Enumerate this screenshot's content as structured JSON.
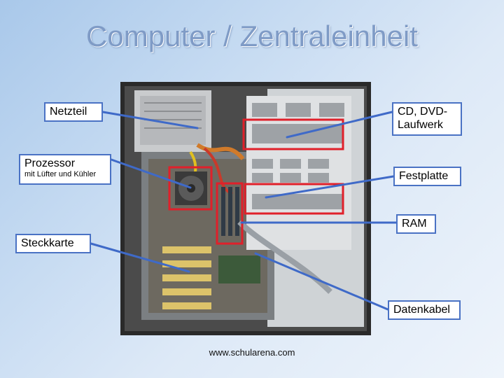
{
  "title": "Computer / Zentraleinheit",
  "labels": {
    "netzteil": "Netzteil",
    "cd_line1": "CD, DVD-",
    "cd_line2": "Laufwerk",
    "prozessor": "Prozessor",
    "prozessor_sub": "mit Lüfter und Kühler",
    "festplatte": "Festplatte",
    "ram": "RAM",
    "steckkarte": "Steckkarte",
    "datenkabel": "Datenkabel"
  },
  "footer": "www.schularena.com",
  "colors": {
    "accent": "#4a72c4",
    "highlight": "#e0202a",
    "title": "#7f9bc6"
  }
}
